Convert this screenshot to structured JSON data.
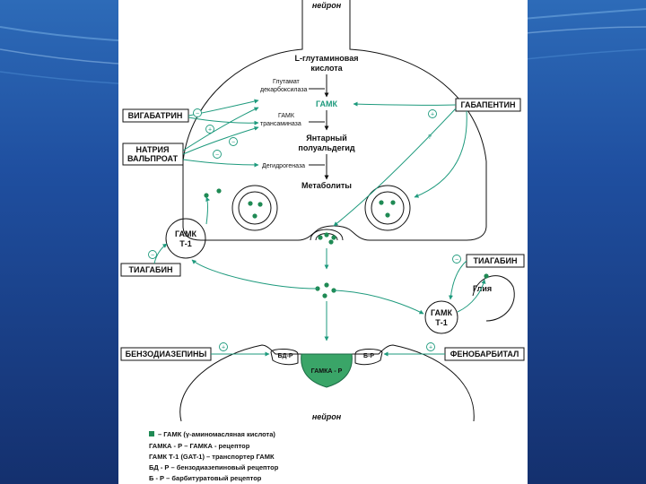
{
  "colors": {
    "background_blue": "#1f4fa0",
    "background_light": "#3f86c9",
    "accent_green": "#1e9a7d",
    "receptor_fill": "#3aa568",
    "neurotransmitter_dot": "#1f8a54"
  },
  "diagram": {
    "neuron_top": "нейрон",
    "neuron_bottom": "нейрон",
    "pathway": {
      "l_glutamine_1": "L-глутаминовая",
      "l_glutamine_2": "кислота",
      "enzyme_gad_1": "Глутамат",
      "enzyme_gad_2": "декарбоксилаза",
      "gaba": "ГАМК",
      "enzyme_gaba_t_1": "ГАМК",
      "enzyme_gaba_t_2": "трансаминаза",
      "ssa_1": "Янтарный",
      "ssa_2": "полуальдегид",
      "dehydrogenase": "Дегидрогеназа",
      "metabolites": "Метаболиты"
    },
    "drugs": {
      "vigabatrin": "ВИГАБАТРИН",
      "valproate_1": "НАТРИЯ",
      "valproate_2": "ВАЛЬПРОАТ",
      "gabapentin": "ГАБАПЕНТИН",
      "tiagabine_left": "ТИАГАБИН",
      "tiagabine_right": "ТИАГАБИН",
      "benzodiazepines": "БЕНЗОДИАЗЕПИНЫ",
      "phenobarbital": "ФЕНОБАРБИТАЛ"
    },
    "transporters": {
      "gat_left_1": "ГАМК",
      "gat_left_2": "Т-1",
      "gat_right_1": "ГАМК",
      "gat_right_2": "Т-1",
      "glia": "Глия"
    },
    "receptors": {
      "bd_r": "БД-Р",
      "b_r": "Б-Р",
      "gaba_a_r": "ГАМКА - Р"
    },
    "signs": {
      "minus": "−",
      "plus": "+",
      "question": "?"
    }
  },
  "legend": {
    "line1": "– ГАМК (γ-аминомасляная кислота)",
    "line2": "ГАМКА - Р – ГАМКА - рецептор",
    "line3": "ГАМК Т-1 (GAT-1) – транспортер ГАМК",
    "line4": "БД - Р  – бензодиазепиновый рецептор",
    "line5": "Б - Р  – барбитуратовый рецептор"
  }
}
